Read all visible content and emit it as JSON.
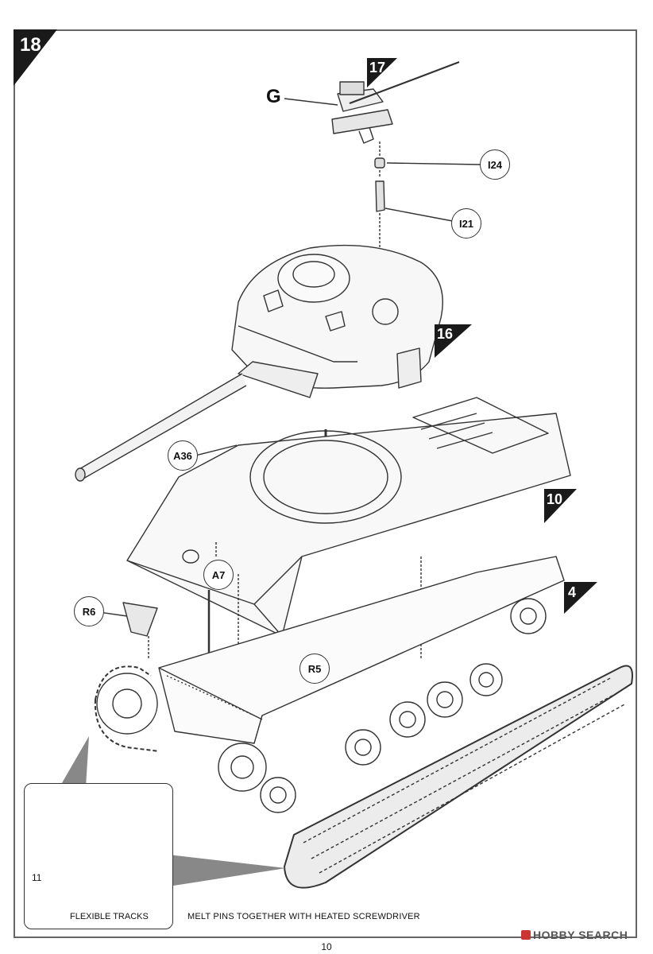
{
  "step": {
    "number": "18"
  },
  "ref_steps": [
    "17",
    "16",
    "10",
    "4"
  ],
  "part_letter": "G",
  "callouts": {
    "i24": "I24",
    "i21": "I21",
    "a36": "A36",
    "a7": "A7",
    "r6": "R6",
    "r5": "R5"
  },
  "inset": {
    "part_number": "11",
    "label": "FLEXIBLE TRACKS",
    "icon": "heated-screwdriver-icon"
  },
  "note": "MELT PINS TOGETHER WITH HEATED SCREWDRIVER",
  "page_number": "10",
  "watermark": "HOBBY SEARCH",
  "colors": {
    "line": "#333333",
    "step_badge": "#1a1a1a",
    "frame": "#666666"
  }
}
